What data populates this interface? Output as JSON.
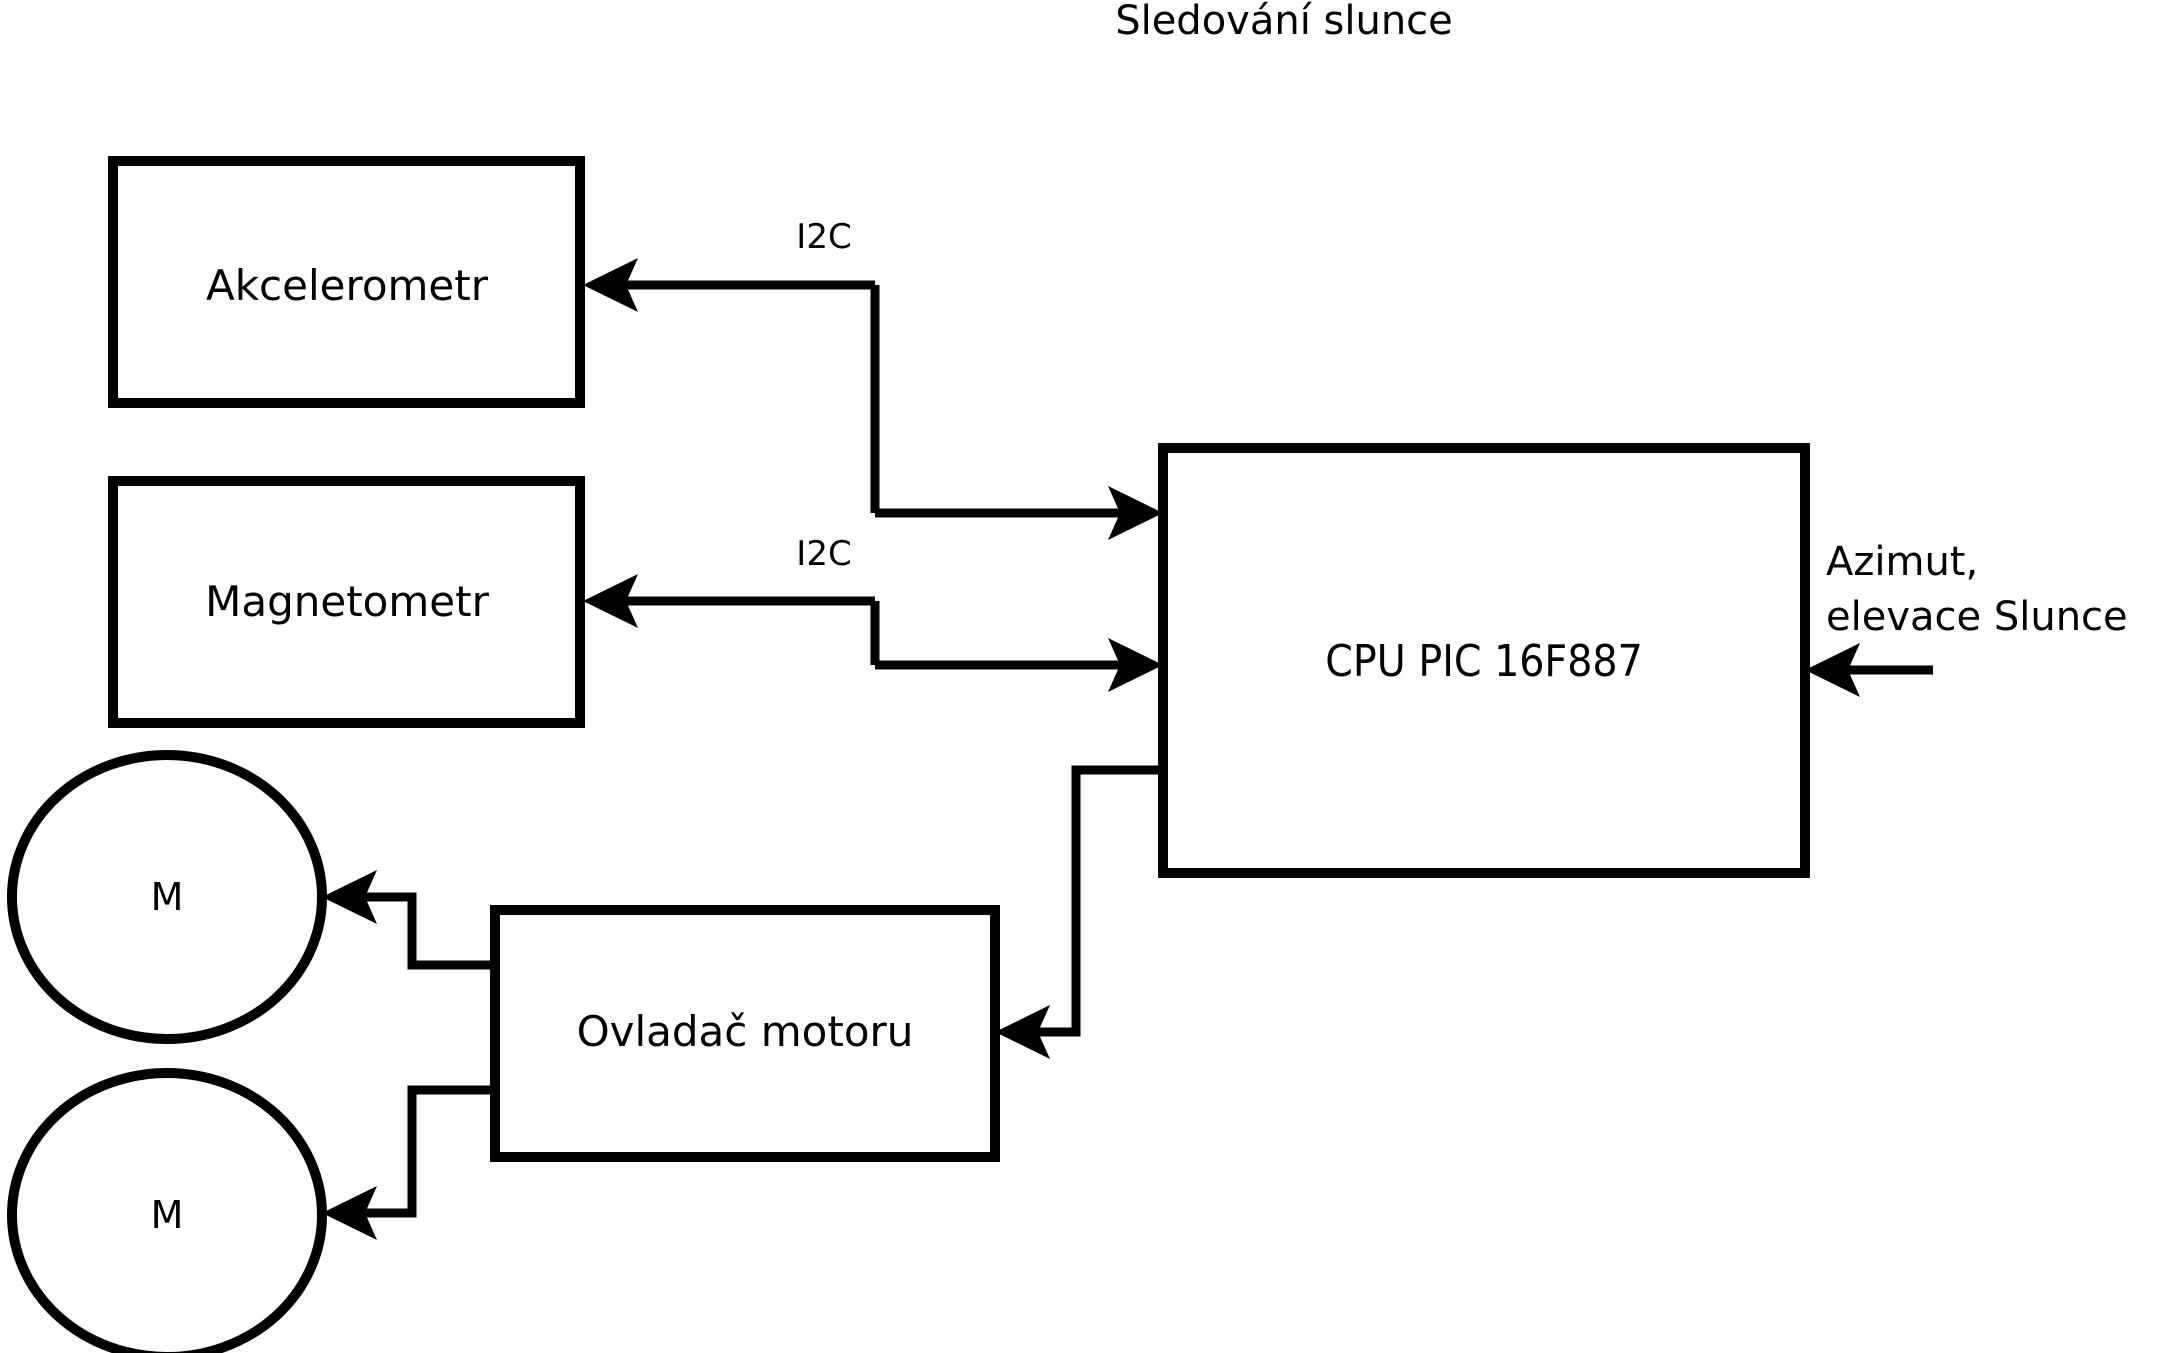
{
  "diagram": {
    "title": "Sledování slunce",
    "nodes": [
      {
        "id": "accelerometer",
        "label": "Akcelerometr",
        "shape": "rect"
      },
      {
        "id": "magnetometer",
        "label": "Magnetometr",
        "shape": "rect"
      },
      {
        "id": "cpu",
        "label": "CPU PIC 16F887",
        "shape": "rect"
      },
      {
        "id": "motor-driver",
        "label": "Ovladač motoru",
        "shape": "rect"
      },
      {
        "id": "motor-top",
        "label": "M",
        "shape": "ellipse"
      },
      {
        "id": "motor-bottom",
        "label": "M",
        "shape": "ellipse"
      }
    ],
    "edges": [
      {
        "id": "cpu-to-accelerometer",
        "label": "I2C",
        "from": "cpu",
        "to": "accelerometer",
        "direction": "left"
      },
      {
        "id": "accelerometer-to-cpu",
        "label": "",
        "from": "accelerometer",
        "to": "cpu",
        "direction": "right"
      },
      {
        "id": "cpu-to-magnetometer",
        "label": "I2C",
        "from": "cpu",
        "to": "magnetometer",
        "direction": "left"
      },
      {
        "id": "magnetometer-to-cpu",
        "label": "",
        "from": "magnetometer",
        "to": "cpu",
        "direction": "right"
      },
      {
        "id": "cpu-to-motor-driver",
        "label": "",
        "from": "cpu",
        "to": "motor-driver",
        "direction": "left"
      },
      {
        "id": "motor-driver-to-motor-top",
        "label": "",
        "from": "motor-driver",
        "to": "motor-top",
        "direction": "left"
      },
      {
        "id": "motor-driver-to-motor-bottom",
        "label": "",
        "from": "motor-driver",
        "to": "motor-bottom",
        "direction": "left"
      },
      {
        "id": "external-input-to-cpu",
        "label": "Azimut,\nelevace Slunce",
        "from": "external",
        "to": "cpu",
        "direction": "left"
      }
    ],
    "edge_labels": {
      "i2c_top": "I2C",
      "i2c_bottom": "I2C"
    },
    "external_input": {
      "line1": "Azimut,",
      "line2": "elevace Slunce"
    },
    "colors": {
      "stroke": "#000000",
      "fill": "#ffffff",
      "text": "#000000"
    }
  }
}
